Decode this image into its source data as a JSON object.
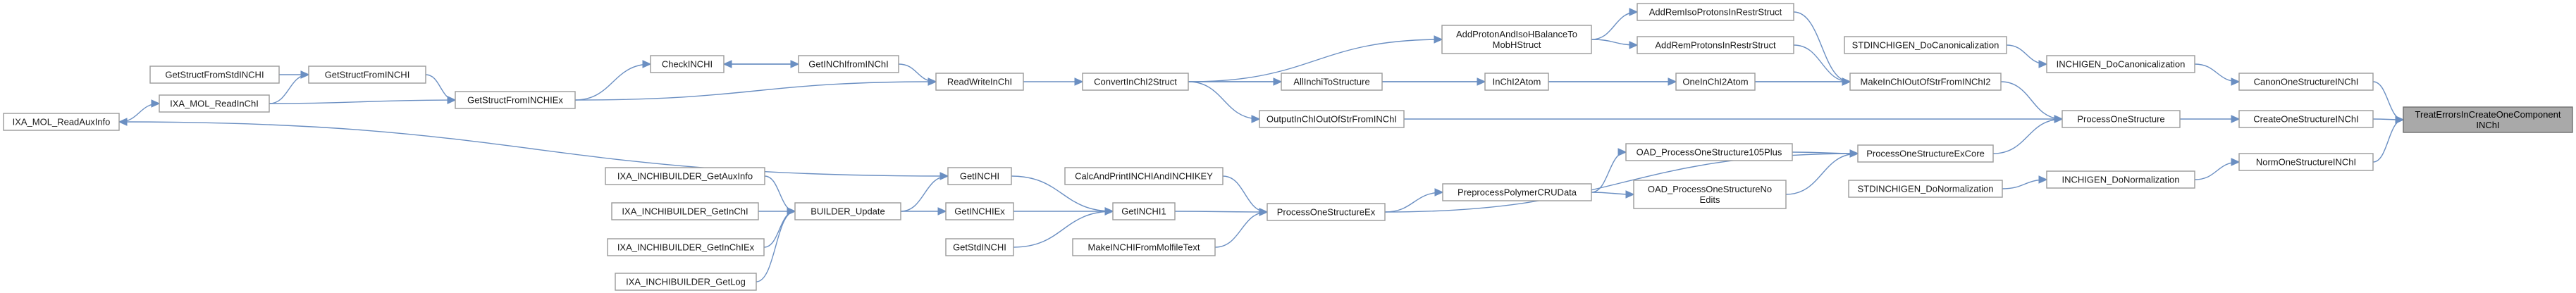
{
  "graph": {
    "nodes": [
      {
        "id": "root",
        "lines": [
          "TreatErrorsInCreateOneComponent",
          "INChI"
        ],
        "root": true
      },
      {
        "id": "CanonOneStructureINChI",
        "lines": [
          "CanonOneStructureINChI"
        ]
      },
      {
        "id": "CreateOneStructureINChI",
        "lines": [
          "CreateOneStructureINChI"
        ]
      },
      {
        "id": "NormOneStructureINChI",
        "lines": [
          "NormOneStructureINChI"
        ]
      },
      {
        "id": "INCHIGEN_DoCanonicalization",
        "lines": [
          "INCHIGEN_DoCanonicalization"
        ]
      },
      {
        "id": "ProcessOneStructure",
        "lines": [
          "ProcessOneStructure"
        ]
      },
      {
        "id": "INCHIGEN_DoNormalization",
        "lines": [
          "INCHIGEN_DoNormalization"
        ]
      },
      {
        "id": "STDINCHIGEN_DoCanonicalization",
        "lines": [
          "STDINCHIGEN_DoCanonicalization"
        ]
      },
      {
        "id": "MakeInChIOutOfStrFromINChI2",
        "lines": [
          "MakeInChIOutOfStrFromINChI2"
        ]
      },
      {
        "id": "ProcessOneStructureExCore",
        "lines": [
          "ProcessOneStructureExCore"
        ]
      },
      {
        "id": "STDINCHIGEN_DoNormalization",
        "lines": [
          "STDINCHIGEN_DoNormalization"
        ]
      },
      {
        "id": "AddRemIsoProtonsInRestrStruct",
        "lines": [
          "AddRemIsoProtonsInRestrStruct"
        ]
      },
      {
        "id": "AddRemProtonsInRestrStruct",
        "lines": [
          "AddRemProtonsInRestrStruct"
        ]
      },
      {
        "id": "OneInChI2Atom",
        "lines": [
          "OneInChI2Atom"
        ]
      },
      {
        "id": "AddProtonAndIsoHBalanceToMobHStruct",
        "lines": [
          "AddProtonAndIsoHBalanceTo",
          "MobHStruct"
        ]
      },
      {
        "id": "InChI2Atom",
        "lines": [
          "InChI2Atom"
        ]
      },
      {
        "id": "AllInchiToStructure",
        "lines": [
          "AllInchiToStructure"
        ]
      },
      {
        "id": "ConvertInChI2Struct",
        "lines": [
          "ConvertInChI2Struct"
        ]
      },
      {
        "id": "OutputInChIOutOfStrFromINChI",
        "lines": [
          "OutputInChIOutOfStrFromINChI"
        ]
      },
      {
        "id": "ReadWriteInChI",
        "lines": [
          "ReadWriteInChI"
        ]
      },
      {
        "id": "GetINChIfromINChI",
        "lines": [
          "GetINChIfromINChI"
        ]
      },
      {
        "id": "CheckINCHI",
        "lines": [
          "CheckINCHI"
        ]
      },
      {
        "id": "GetStructFromINCHIEx",
        "lines": [
          "GetStructFromINCHIEx"
        ]
      },
      {
        "id": "GetStructFromINCHI",
        "lines": [
          "GetStructFromINCHI"
        ]
      },
      {
        "id": "GetStructFromStdINCHI",
        "lines": [
          "GetStructFromStdINCHI"
        ]
      },
      {
        "id": "IXA_MOL_ReadInChI",
        "lines": [
          "IXA_MOL_ReadInChI"
        ]
      },
      {
        "id": "IXA_MOL_ReadAuxInfo",
        "lines": [
          "IXA_MOL_ReadAuxInfo"
        ]
      },
      {
        "id": "OAD_ProcessOneStructure105Plus",
        "lines": [
          "OAD_ProcessOneStructure105Plus"
        ]
      },
      {
        "id": "OAD_ProcessOneStructureNoEdits",
        "lines": [
          "OAD_ProcessOneStructureNo",
          "Edits"
        ]
      },
      {
        "id": "PreprocessPolymerCRUData",
        "lines": [
          "PreprocessPolymerCRUData"
        ]
      },
      {
        "id": "ProcessOneStructureEx",
        "lines": [
          "ProcessOneStructureEx"
        ]
      },
      {
        "id": "CalcAndPrintINCHIAndINCHIKEY",
        "lines": [
          "CalcAndPrintINCHIAndINCHIKEY"
        ]
      },
      {
        "id": "GetINCHI1",
        "lines": [
          "GetINCHI1"
        ]
      },
      {
        "id": "MakeINCHIFromMolfileText",
        "lines": [
          "MakeINCHIFromMolfileText"
        ]
      },
      {
        "id": "GetINCHI",
        "lines": [
          "GetINCHI"
        ]
      },
      {
        "id": "GetINCHIEx",
        "lines": [
          "GetINCHIEx"
        ]
      },
      {
        "id": "GetStdINCHI",
        "lines": [
          "GetStdINCHI"
        ]
      },
      {
        "id": "BUILDER_Update",
        "lines": [
          "BUILDER_Update"
        ]
      },
      {
        "id": "IXA_INCHIBUILDER_GetAuxInfo",
        "lines": [
          "IXA_INCHIBUILDER_GetAuxInfo"
        ]
      },
      {
        "id": "IXA_INCHIBUILDER_GetInChI",
        "lines": [
          "IXA_INCHIBUILDER_GetInChI"
        ]
      },
      {
        "id": "IXA_INCHIBUILDER_GetInChIEx",
        "lines": [
          "IXA_INCHIBUILDER_GetInChIEx"
        ]
      },
      {
        "id": "IXA_INCHIBUILDER_GetLog",
        "lines": [
          "IXA_INCHIBUILDER_GetLog"
        ]
      }
    ],
    "edges": [
      {
        "from": "CanonOneStructureINChI",
        "to": "root"
      },
      {
        "from": "CreateOneStructureINChI",
        "to": "root"
      },
      {
        "from": "NormOneStructureINChI",
        "to": "root"
      },
      {
        "from": "INCHIGEN_DoCanonicalization",
        "to": "CanonOneStructureINChI"
      },
      {
        "from": "ProcessOneStructure",
        "to": "CreateOneStructureINChI"
      },
      {
        "from": "INCHIGEN_DoNormalization",
        "to": "NormOneStructureINChI"
      },
      {
        "from": "STDINCHIGEN_DoCanonicalization",
        "to": "INCHIGEN_DoCanonicalization"
      },
      {
        "from": "MakeInChIOutOfStrFromINChI2",
        "to": "ProcessOneStructure"
      },
      {
        "from": "ProcessOneStructureExCore",
        "to": "ProcessOneStructure"
      },
      {
        "from": "OutputInChIOutOfStrFromINChI",
        "to": "ProcessOneStructure"
      },
      {
        "from": "STDINCHIGEN_DoNormalization",
        "to": "INCHIGEN_DoNormalization"
      },
      {
        "from": "AddRemIsoProtonsInRestrStruct",
        "to": "MakeInChIOutOfStrFromINChI2"
      },
      {
        "from": "AddRemProtonsInRestrStruct",
        "to": "MakeInChIOutOfStrFromINChI2"
      },
      {
        "from": "OneInChI2Atom",
        "to": "MakeInChIOutOfStrFromINChI2"
      },
      {
        "from": "ConvertInChI2Struct",
        "to": "MakeInChIOutOfStrFromINChI2"
      },
      {
        "from": "AddProtonAndIsoHBalanceToMobHStruct",
        "to": "AddRemIsoProtonsInRestrStruct"
      },
      {
        "from": "AddProtonAndIsoHBalanceToMobHStruct",
        "to": "AddRemProtonsInRestrStruct"
      },
      {
        "from": "InChI2Atom",
        "to": "OneInChI2Atom"
      },
      {
        "from": "ConvertInChI2Struct",
        "to": "AddProtonAndIsoHBalanceToMobHStruct"
      },
      {
        "from": "AllInchiToStructure",
        "to": "InChI2Atom"
      },
      {
        "from": "ConvertInChI2Struct",
        "to": "AllInchiToStructure"
      },
      {
        "from": "ConvertInChI2Struct",
        "to": "OutputInChIOutOfStrFromINChI"
      },
      {
        "from": "ReadWriteInChI",
        "to": "ConvertInChI2Struct"
      },
      {
        "from": "GetINChIfromINChI",
        "to": "ReadWriteInChI"
      },
      {
        "from": "GetStructFromINCHIEx",
        "to": "ReadWriteInChI"
      },
      {
        "from": "CheckINCHI",
        "to": "GetINChIfromINChI"
      },
      {
        "from": "GetINChIfromINChI",
        "to": "CheckINCHI"
      },
      {
        "from": "GetStructFromINCHIEx",
        "to": "CheckINCHI"
      },
      {
        "from": "GetStructFromINCHI",
        "to": "GetStructFromINCHIEx"
      },
      {
        "from": "IXA_MOL_ReadInChI",
        "to": "GetStructFromINCHIEx"
      },
      {
        "from": "GetStructFromStdINCHI",
        "to": "GetStructFromINCHI"
      },
      {
        "from": "IXA_MOL_ReadInChI",
        "to": "GetStructFromINCHI"
      },
      {
        "from": "IXA_MOL_ReadAuxInfo",
        "to": "IXA_MOL_ReadInChI"
      },
      {
        "from": "OAD_ProcessOneStructure105Plus",
        "to": "ProcessOneStructureExCore"
      },
      {
        "from": "OAD_ProcessOneStructureNoEdits",
        "to": "ProcessOneStructureExCore"
      },
      {
        "from": "ProcessOneStructureEx",
        "to": "ProcessOneStructureExCore"
      },
      {
        "from": "PreprocessPolymerCRUData",
        "to": "OAD_ProcessOneStructure105Plus"
      },
      {
        "from": "PreprocessPolymerCRUData",
        "to": "OAD_ProcessOneStructureNoEdits"
      },
      {
        "from": "ProcessOneStructureEx",
        "to": "PreprocessPolymerCRUData"
      },
      {
        "from": "CalcAndPrintINCHIAndINCHIKEY",
        "to": "ProcessOneStructureEx"
      },
      {
        "from": "GetINCHI1",
        "to": "ProcessOneStructureEx"
      },
      {
        "from": "MakeINCHIFromMolfileText",
        "to": "ProcessOneStructureEx"
      },
      {
        "from": "GetINCHI",
        "to": "GetINCHI1"
      },
      {
        "from": "GetINCHIEx",
        "to": "GetINCHI1"
      },
      {
        "from": "GetStdINCHI",
        "to": "GetINCHI1"
      },
      {
        "from": "BUILDER_Update",
        "to": "GetINCHI"
      },
      {
        "from": "BUILDER_Update",
        "to": "GetINCHIEx"
      },
      {
        "from": "GetINCHI",
        "to": "IXA_MOL_ReadAuxInfo"
      },
      {
        "from": "IXA_INCHIBUILDER_GetAuxInfo",
        "to": "BUILDER_Update"
      },
      {
        "from": "IXA_INCHIBUILDER_GetInChI",
        "to": "BUILDER_Update"
      },
      {
        "from": "IXA_INCHIBUILDER_GetInChIEx",
        "to": "BUILDER_Update"
      },
      {
        "from": "IXA_INCHIBUILDER_GetLog",
        "to": "BUILDER_Update"
      }
    ]
  }
}
